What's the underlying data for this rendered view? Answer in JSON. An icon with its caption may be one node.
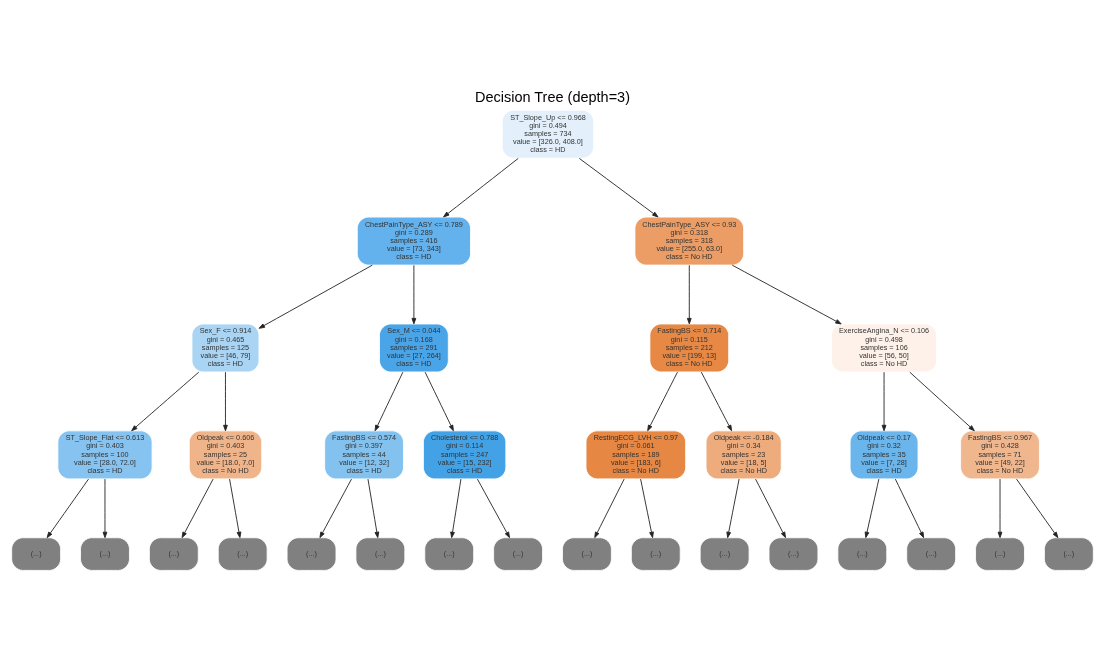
{
  "diagram": {
    "title": "Decision Tree (depth=3)",
    "nodes": [
      {
        "text": [
          "ST_Slope_Up <= 0.968",
          "gini = 0.494",
          "samples = 734",
          "value = [326.0, 408.0]",
          "class = HD"
        ]
      },
      {
        "text": [
          "ChestPainType_ASY <= 0.789",
          "gini = 0.289",
          "samples = 416",
          "value = [73, 343]",
          "class = HD"
        ]
      },
      {
        "text": [
          "ChestPainType_ASY <= 0.93",
          "gini = 0.318",
          "samples = 318",
          "value = [255.0, 63.0]",
          "class = No HD"
        ]
      },
      {
        "text": [
          "Sex_F <= 0.914",
          "gini = 0.465",
          "samples = 125",
          "value = [46, 79]",
          "class = HD"
        ]
      },
      {
        "text": [
          "Sex_M <= 0.044",
          "gini = 0.168",
          "samples = 291",
          "value = [27, 264]",
          "class = HD"
        ]
      },
      {
        "text": [
          "FastingBS <= 0.714",
          "gini = 0.115",
          "samples = 212",
          "value = [199, 13]",
          "class = No HD"
        ]
      },
      {
        "text": [
          "ExerciseAngina_N <= 0.106",
          "gini = 0.498",
          "samples = 106",
          "value = [56, 50]",
          "class = No HD"
        ]
      },
      {
        "text": [
          "ST_Slope_Flat <= 0.613",
          "gini = 0.403",
          "samples = 100",
          "value = [28.0, 72.0]",
          "class = HD"
        ]
      },
      {
        "text": [
          "Oldpeak <= 0.606",
          "gini = 0.403",
          "samples = 25",
          "value = [18.0, 7.0]",
          "class = No HD"
        ]
      },
      {
        "text": [
          "FastingBS <= 0.574",
          "gini = 0.397",
          "samples = 44",
          "value = [12, 32]",
          "class = HD"
        ]
      },
      {
        "text": [
          "Cholesterol <= 0.788",
          "gini = 0.114",
          "samples = 247",
          "value = [15, 232]",
          "class = HD"
        ]
      },
      {
        "text": [
          "RestingECG_LVH <= 0.97",
          "gini = 0.061",
          "samples = 189",
          "value = [183, 6]",
          "class = No HD"
        ]
      },
      {
        "text": [
          "Oldpeak <= -0.184",
          "gini = 0.34",
          "samples = 23",
          "value = [18, 5]",
          "class = No HD"
        ]
      },
      {
        "text": [
          "Oldpeak <= 0.17",
          "gini = 0.32",
          "samples = 35",
          "value = [7, 28]",
          "class = HD"
        ]
      },
      {
        "text": [
          "FastingBS <= 0.967",
          "gini = 0.428",
          "samples = 71",
          "value = [49, 22]",
          "class = No HD"
        ]
      },
      {
        "text": [
          "(...)"
        ]
      },
      {
        "text": [
          "(...)"
        ]
      },
      {
        "text": [
          "(...)"
        ]
      },
      {
        "text": [
          "(...)"
        ]
      },
      {
        "text": [
          "(...)"
        ]
      },
      {
        "text": [
          "(...)"
        ]
      },
      {
        "text": [
          "(...)"
        ]
      },
      {
        "text": [
          "(...)"
        ]
      },
      {
        "text": [
          "(...)"
        ]
      },
      {
        "text": [
          "(...)"
        ]
      },
      {
        "text": [
          "(...)"
        ]
      },
      {
        "text": [
          "(...)"
        ]
      },
      {
        "text": [
          "(...)"
        ]
      },
      {
        "text": [
          "(...)"
        ]
      },
      {
        "text": [
          "(...)"
        ]
      },
      {
        "text": [
          "(...)"
        ]
      }
    ],
    "edges": [
      {
        "from": 0,
        "to": 1,
        "arrow": "to"
      },
      {
        "from": 0,
        "to": 2,
        "arrow": "to"
      },
      {
        "from": 1,
        "to": 3,
        "arrow": "to"
      },
      {
        "from": 1,
        "to": 4,
        "arrow": "to"
      },
      {
        "from": 2,
        "to": 5,
        "arrow": "to"
      },
      {
        "from": 2,
        "to": 6,
        "arrow": "to"
      },
      {
        "from": 3,
        "to": 7,
        "arrow": "to"
      },
      {
        "from": 3,
        "to": 8,
        "arrow": "to"
      },
      {
        "from": 4,
        "to": 9,
        "arrow": "to"
      },
      {
        "from": 4,
        "to": 10,
        "arrow": "to"
      },
      {
        "from": 5,
        "to": 11,
        "arrow": "to"
      },
      {
        "from": 5,
        "to": 12,
        "arrow": "to"
      },
      {
        "from": 6,
        "to": 13,
        "arrow": "to"
      },
      {
        "from": 6,
        "to": 14,
        "arrow": "to"
      },
      {
        "from": 7,
        "to": 15,
        "arrow": "to"
      },
      {
        "from": 7,
        "to": 16,
        "arrow": "to"
      },
      {
        "from": 8,
        "to": 17,
        "arrow": "to"
      },
      {
        "from": 8,
        "to": 18,
        "arrow": "to"
      },
      {
        "from": 9,
        "to": 19,
        "arrow": "to"
      },
      {
        "from": 9,
        "to": 20,
        "arrow": "to"
      },
      {
        "from": 10,
        "to": 21,
        "arrow": "to"
      },
      {
        "from": 10,
        "to": 22,
        "arrow": "to"
      },
      {
        "from": 11,
        "to": 23,
        "arrow": "to"
      },
      {
        "from": 11,
        "to": 24,
        "arrow": "to"
      },
      {
        "from": 12,
        "to": 25,
        "arrow": "to"
      },
      {
        "from": 12,
        "to": 26,
        "arrow": "to"
      },
      {
        "from": 13,
        "to": 27,
        "arrow": "to"
      },
      {
        "from": 13,
        "to": 28,
        "arrow": "to"
      },
      {
        "from": 14,
        "to": 29,
        "arrow": "to"
      },
      {
        "from": 14,
        "to": 30,
        "arrow": "to"
      }
    ]
  }
}
